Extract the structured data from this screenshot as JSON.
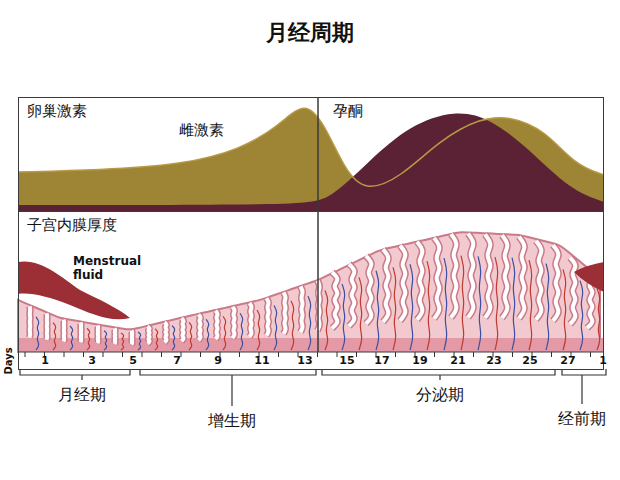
{
  "diagram": {
    "title": "月经周期",
    "nodes": [
      {
        "text": [
          "卵巢激素",
          "雌激素",
          "孕酮"
        ]
      },
      {
        "text": [
          "子宫内膜厚度",
          "Menstrual fluid"
        ]
      }
    ],
    "labels": [
      "Days",
      "1",
      "3",
      "5",
      "7",
      "9",
      "11",
      "13",
      "15",
      "17",
      "19",
      "21",
      "23",
      "25",
      "27",
      "1",
      "月经期",
      "增生期",
      "分泌期",
      "经前期"
    ]
  }
}
